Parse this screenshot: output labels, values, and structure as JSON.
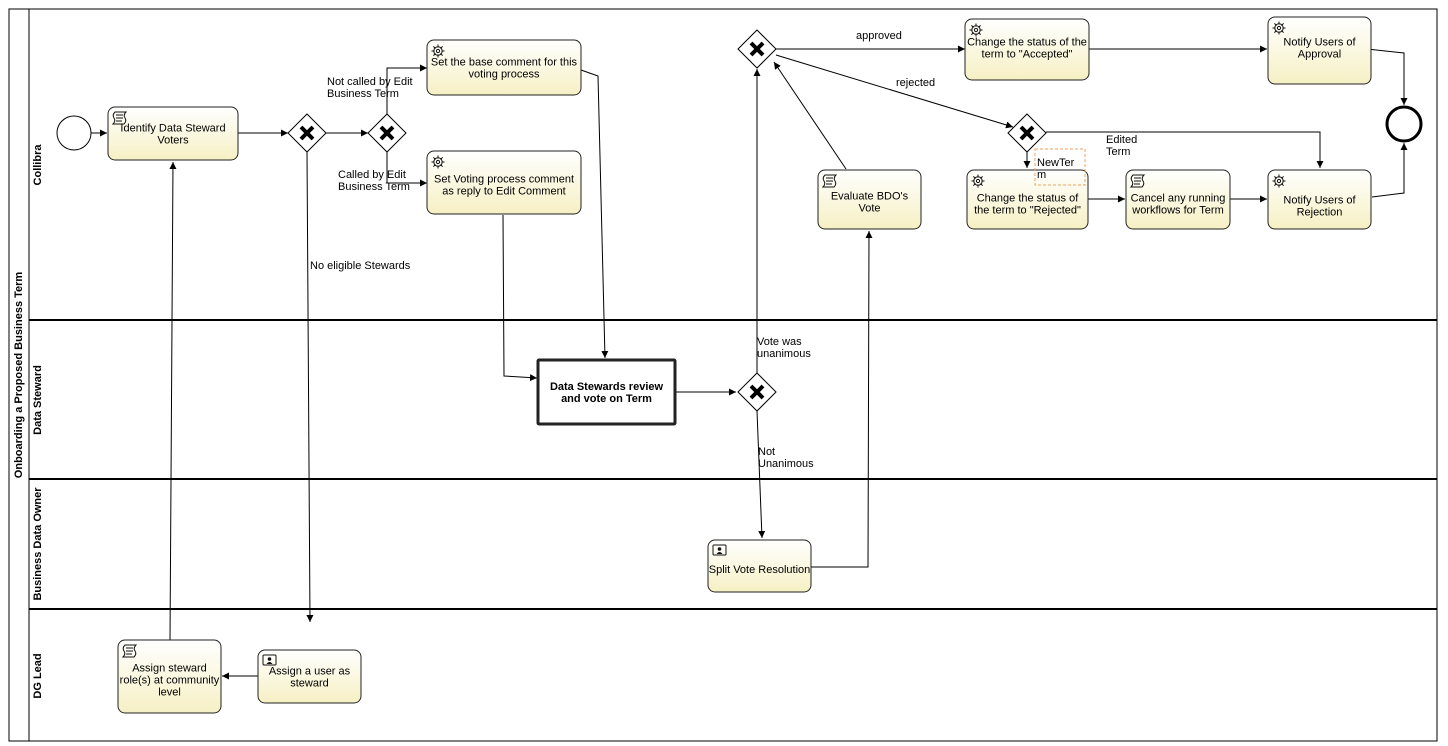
{
  "pool": {
    "title": "Onboarding a Proposed Business Term"
  },
  "lanes": [
    {
      "id": "collibra",
      "label": "Collibra"
    },
    {
      "id": "data-steward",
      "label": "Data Steward"
    },
    {
      "id": "business-data-owner",
      "label": "Business Data Owner"
    },
    {
      "id": "dg-lead",
      "label": "DG Lead"
    }
  ],
  "tasks": [
    {
      "id": "identify",
      "icon": "script-icon",
      "lines": [
        "Identify Data Steward",
        "Voters"
      ]
    },
    {
      "id": "base-comment",
      "icon": "gear-icon",
      "lines": [
        "Set the base comment for this",
        "voting process"
      ]
    },
    {
      "id": "voting-reply",
      "icon": "gear-icon",
      "lines": [
        "Set Voting process comment",
        "as reply to Edit Comment"
      ]
    },
    {
      "id": "review-vote",
      "icon": "",
      "lines": [
        "Data Stewards review",
        "and vote on Term"
      ]
    },
    {
      "id": "evaluate-bdo",
      "icon": "script-icon",
      "lines": [
        "Evaluate BDO's",
        "Vote"
      ]
    },
    {
      "id": "status-accepted",
      "icon": "gear-icon",
      "lines": [
        "Change the status of the",
        "term to \"Accepted\""
      ]
    },
    {
      "id": "notify-approval",
      "icon": "gear-icon",
      "lines": [
        "Notify Users of",
        "Approval"
      ]
    },
    {
      "id": "status-rejected",
      "icon": "gear-icon",
      "lines": [
        "Change the status of",
        "the term to \"Rejected\""
      ]
    },
    {
      "id": "cancel-workflows",
      "icon": "script-icon",
      "lines": [
        "Cancel any running",
        "workflows for Term"
      ]
    },
    {
      "id": "notify-rejection",
      "icon": "gear-icon",
      "lines": [
        "Notify Users of",
        "Rejection"
      ]
    },
    {
      "id": "split-vote",
      "icon": "user-icon",
      "lines": [
        "Split Vote Resolution"
      ]
    },
    {
      "id": "assign-user",
      "icon": "user-icon",
      "lines": [
        "Assign a user as",
        "steward"
      ]
    },
    {
      "id": "assign-role",
      "icon": "script-icon",
      "lines": [
        "Assign steward",
        "role(s) at community",
        "level"
      ]
    }
  ],
  "flow_labels": {
    "not_called": [
      "Not called by Edit",
      "Business Term"
    ],
    "called": [
      "Called by Edit",
      "Business Term"
    ],
    "no_eligible": "No eligible Stewards",
    "approved": "approved",
    "rejected": "rejected",
    "edited_term": [
      "Edited",
      "Term"
    ],
    "new_term": [
      "NewTer",
      "m"
    ],
    "unanimous": [
      "Vote was",
      "unanimous"
    ],
    "not_unanimous": [
      "Not",
      "Unanimous"
    ]
  }
}
